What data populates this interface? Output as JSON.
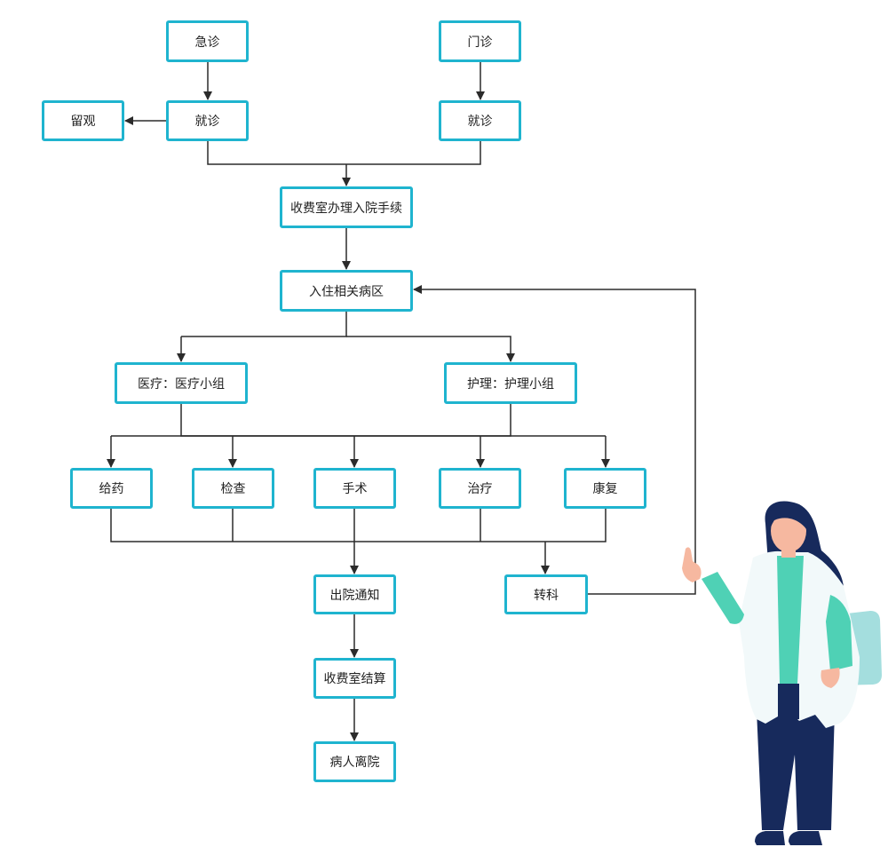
{
  "colors": {
    "node_border": "#1fb4cf",
    "edge": "#2b2b2b",
    "hair": "#172a5c",
    "coat_accent": "#4fd1b5",
    "pants": "#172a5c",
    "skin": "#f6b8a0",
    "clipboard": "#9fdcdc"
  },
  "nodes": {
    "emergency": "急诊",
    "outpatient": "门诊",
    "observation": "留观",
    "visit_emergency": "就诊",
    "visit_outpatient": "就诊",
    "admission_procedure": "收费室办理入院手续",
    "enter_ward": "入住相关病区",
    "medical_team": "医疗：医疗小组",
    "nursing_team": "护理：护理小组",
    "medication": "给药",
    "examination": "检查",
    "surgery": "手术",
    "treatment": "治疗",
    "rehabilitation": "康复",
    "discharge_notice": "出院通知",
    "transfer": "转科",
    "settlement": "收费室结算",
    "patient_leaves": "病人离院"
  },
  "illustration": "doctor-woman-pointing"
}
